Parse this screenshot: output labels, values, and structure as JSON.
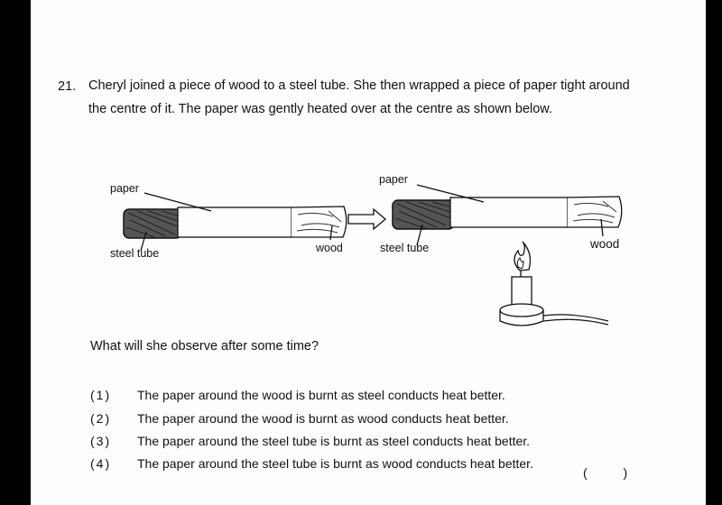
{
  "question": {
    "number": "21.",
    "text": "Cheryl joined a piece of wood to a steel tube. She then wrapped a piece of paper tight around the centre of it. The paper was gently heated over at the centre as shown below.",
    "prompt": "What will she observe after some time?"
  },
  "diagram": {
    "left": {
      "paper_label": "paper",
      "steel_label": "steel tube",
      "wood_label": "wood"
    },
    "right": {
      "paper_label": "paper",
      "steel_label": "steel tube",
      "wood_label": "wood"
    }
  },
  "options": [
    {
      "num": "(1)",
      "text": "The paper around the wood is burnt as steel conducts heat better."
    },
    {
      "num": "(2)",
      "text": "The paper around the wood is burnt as wood conducts heat better."
    },
    {
      "num": "(3)",
      "text": "The paper around the steel tube is burnt as steel conducts heat better."
    },
    {
      "num": "(4)",
      "text": "The paper around the steel tube is burnt as wood conducts heat better."
    }
  ],
  "answer_bracket": "( )"
}
